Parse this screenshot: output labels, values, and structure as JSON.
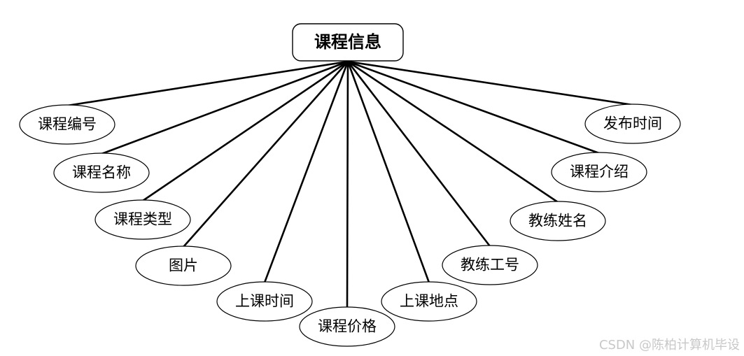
{
  "diagram": {
    "center": "课程信息",
    "attributes": [
      "课程编号",
      "课程名称",
      "课程类型",
      "图片",
      "上课时间",
      "课程价格",
      "上课地点",
      "教练工号",
      "教练姓名",
      "课程介绍",
      "发布时间"
    ]
  },
  "watermark": "CSDN @陈柏计算机毕设"
}
